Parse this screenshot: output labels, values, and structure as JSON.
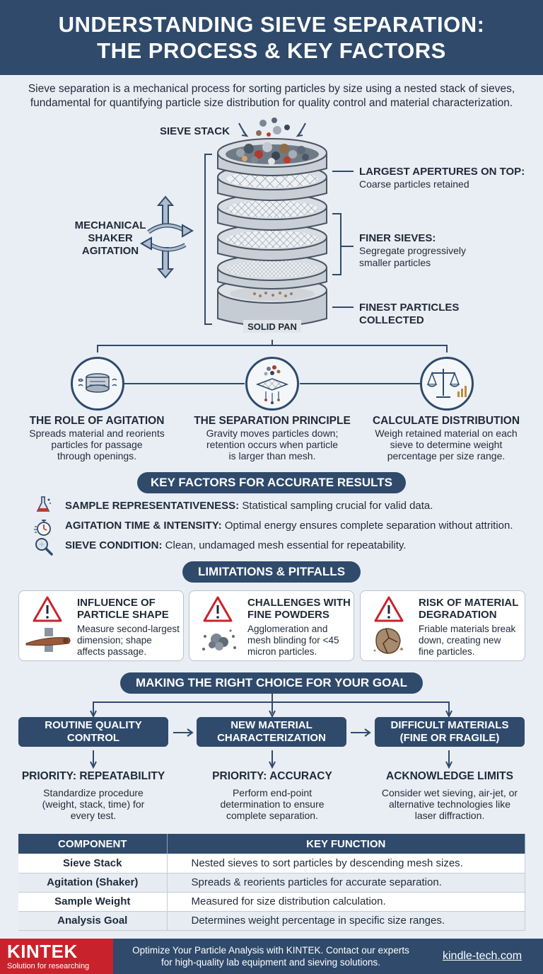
{
  "header": {
    "title_line1": "UNDERSTANDING SIEVE SEPARATION:",
    "title_line2": "THE PROCESS & KEY FACTORS"
  },
  "intro": "Sieve separation is a mechanical process for sorting particles by size using a nested stack of sieves, fundamental for quantifying particle size distribution for quality control and material characterization.",
  "diagram": {
    "stack_label": "SIEVE STACK",
    "shaker_label_1": "MECHANICAL",
    "shaker_label_2": "SHAKER",
    "shaker_label_3": "AGITATION",
    "pan_label": "SOLID PAN",
    "callout_top_title": "LARGEST APERTURES ON TOP:",
    "callout_top_text": "Coarse particles retained",
    "callout_mid_title": "FINER SIEVES:",
    "callout_mid_text_1": "Segregate progressively",
    "callout_mid_text_2": "smaller particles",
    "callout_bot_title_1": "FINEST PARTICLES",
    "callout_bot_title_2": "COLLECTED"
  },
  "steps": [
    {
      "title": "THE ROLE OF AGITATION",
      "text_1": "Spreads material and reorients",
      "text_2": "particles for passage",
      "text_3": "through openings."
    },
    {
      "title": "THE SEPARATION PRINCIPLE",
      "text_1": "Gravity moves particles down;",
      "text_2": "retention occurs when particle",
      "text_3": "is larger than mesh."
    },
    {
      "title": "CALCULATE DISTRIBUTION",
      "text_1": "Weigh retained material on each",
      "text_2": "sieve to determine weight",
      "text_3": "percentage per size range."
    }
  ],
  "key_factors": {
    "heading": "KEY FACTORS FOR ACCURATE RESULTS",
    "items": [
      {
        "label": "SAMPLE REPRESENTATIVENESS:",
        "text": " Statistical sampling crucial for valid data.",
        "icon": "flask-icon"
      },
      {
        "label": "AGITATION TIME & INTENSITY:",
        "text": " Optimal energy ensures complete separation without attrition.",
        "icon": "stopwatch-icon"
      },
      {
        "label": "SIEVE CONDITION:",
        "text": " Clean, undamaged mesh essential for repeatability.",
        "icon": "magnifier-icon"
      }
    ]
  },
  "limitations": {
    "heading": "LIMITATIONS & PITFALLS",
    "cards": [
      {
        "title_1": "INFLUENCE OF",
        "title_2": "PARTICLE SHAPE",
        "text_1": "Measure second-largest",
        "text_2": "dimension; shape",
        "text_3": "affects passage."
      },
      {
        "title_1": "CHALLENGES WITH",
        "title_2": "FINE POWDERS",
        "text_1": "Agglomeration and",
        "text_2": "mesh blinding for <45",
        "text_3": "micron particles."
      },
      {
        "title_1": "RISK OF MATERIAL",
        "title_2": "DEGRADATION",
        "text_1": "Friable materials break",
        "text_2": "down, creating new",
        "text_3": "fine particles."
      }
    ]
  },
  "choice": {
    "heading": "MAKING THE RIGHT CHOICE FOR YOUR GOAL",
    "goals": [
      {
        "box_1": "ROUTINE QUALITY",
        "box_2": "CONTROL",
        "priority": "PRIORITY: REPEATABILITY",
        "text_1": "Standardize procedure",
        "text_2": "(weight, stack, time) for",
        "text_3": "every test."
      },
      {
        "box_1": "NEW MATERIAL",
        "box_2": "CHARACTERIZATION",
        "priority": "PRIORITY: ACCURACY",
        "text_1": "Perform end-point",
        "text_2": "determination to ensure",
        "text_3": "complete separation."
      },
      {
        "box_1": "DIFFICULT MATERIALS",
        "box_2": "(FINE OR FRAGILE)",
        "priority": "ACKNOWLEDGE LIMITS",
        "text_1": "Consider wet sieving, air-jet, or",
        "text_2": "alternative technologies like",
        "text_3": "laser diffraction."
      }
    ]
  },
  "table": {
    "headers": [
      "COMPONENT",
      "KEY FUNCTION"
    ],
    "rows": [
      [
        "Sieve Stack",
        "Nested sieves to sort particles by descending mesh sizes."
      ],
      [
        "Agitation (Shaker)",
        "Spreads & reorients particles for accurate separation."
      ],
      [
        "Sample Weight",
        "Measured for size distribution calculation."
      ],
      [
        "Analysis Goal",
        "Determines weight percentage in specific size ranges."
      ]
    ]
  },
  "footer": {
    "brand": "KINTEK",
    "tagline": "Solution for researching",
    "text_1": "Optimize Your Particle Analysis with KINTEK. Contact our experts",
    "text_2": "for high-quality lab equipment and sieving solutions.",
    "url": "kindle-tech.com"
  },
  "colors": {
    "navy": "#2f4a6b",
    "background": "#e9eef4",
    "brand_red": "#c8232c",
    "warning_red": "#c8232c"
  }
}
